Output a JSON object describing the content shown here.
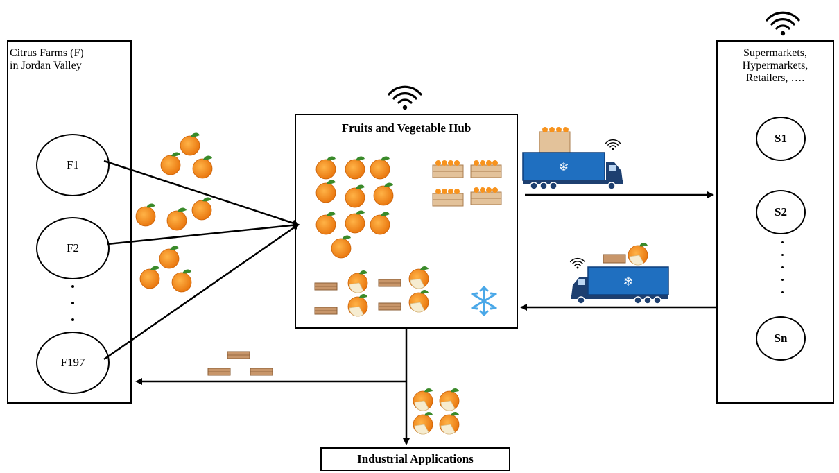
{
  "farms": {
    "title_line1": "Citrus Farms (F)",
    "title_line2": "in Jordan Valley",
    "nodes": [
      "F1",
      "F2",
      "F197"
    ],
    "ellipsis": ". . ."
  },
  "hub": {
    "title": "Fruits and Vegetable Hub"
  },
  "markets": {
    "title_line1": "Supermarkets,",
    "title_line2": "Hypermarkets,",
    "title_line3": "Retailers, ….",
    "nodes": [
      "S1",
      "S2",
      "Sn"
    ],
    "ellipsis": ". . . . ."
  },
  "industrial": {
    "label": "Industrial Applications"
  },
  "icons": {
    "orange": "orange-fruit-icon",
    "crate": "crate-icon",
    "truck": "refrigerated-truck-icon",
    "wifi": "wifi-icon",
    "snowflake": "snowflake-icon",
    "peeled_orange": "peeled-orange-icon"
  },
  "colors": {
    "orange": "#f7931e",
    "leaf": "#3a8a2a",
    "crate": "#d9b48a",
    "truck": "#1f5fa8",
    "snow": "#4aa8e8"
  }
}
